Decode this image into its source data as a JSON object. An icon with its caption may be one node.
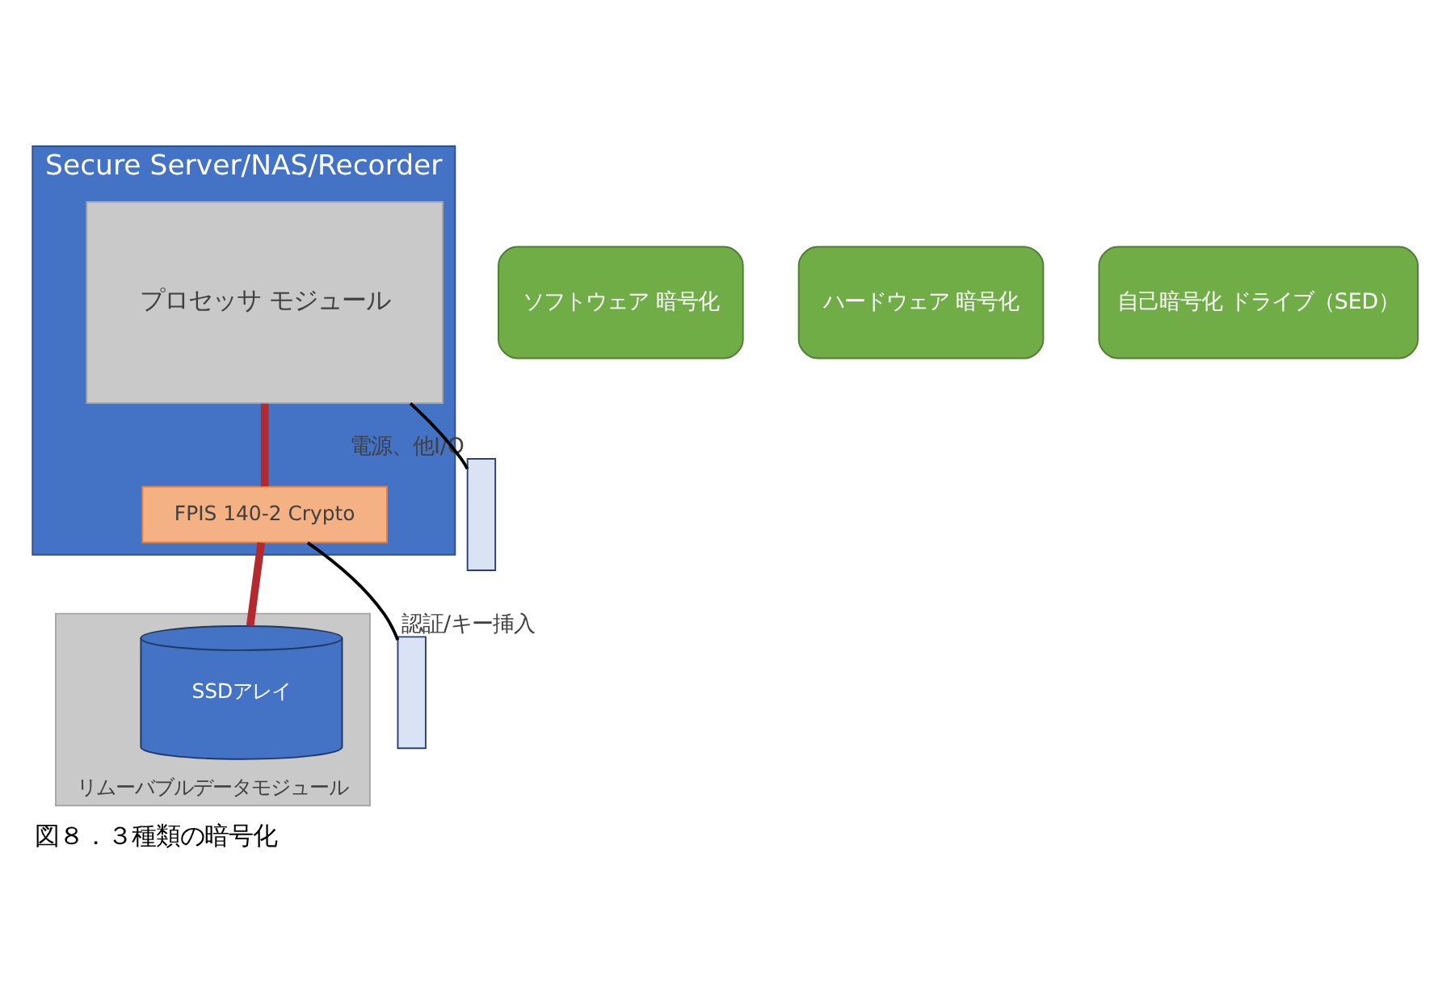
{
  "diagram": {
    "caption": "図８．３種類の暗号化",
    "nodes": [
      {
        "text": [
          "Secure Server/NAS/Recorder"
        ]
      },
      {
        "text": [
          "ソフトウェア 暗号化"
        ]
      },
      {
        "text": [
          "ハードウェア 暗号化"
        ]
      },
      {
        "text": [
          "自己暗号化 ドライブ（SED）"
        ]
      },
      {
        "text": [
          "プロセッサ モジュール"
        ],
        "in": 0
      },
      {
        "text": [
          "FPIS 140-2 Crypto"
        ],
        "in": 0
      },
      {
        "text": [
          "リムーバブルデータモジュール"
        ]
      },
      {
        "text": [
          "SSDアレイ"
        ],
        "in": 6
      },
      {
        "text": [],
        "shape": "bar",
        "beside": [
          "電源、他I/O"
        ]
      },
      {
        "text": [],
        "shape": "bar",
        "beside": [
          "認証/キー挿入"
        ]
      }
    ],
    "edges": [
      {
        "from": 4,
        "to": 5,
        "arrow": "none",
        "style": "thick",
        "color": "#b22a2e"
      },
      {
        "from": 5,
        "to": 7,
        "arrow": "none",
        "style": "thick",
        "color": "#b22a2e"
      },
      {
        "from": 4,
        "to": 8,
        "arrow": "none",
        "color": "#000000"
      },
      {
        "from": 5,
        "to": 9,
        "arrow": "none",
        "color": "#000000"
      }
    ]
  }
}
